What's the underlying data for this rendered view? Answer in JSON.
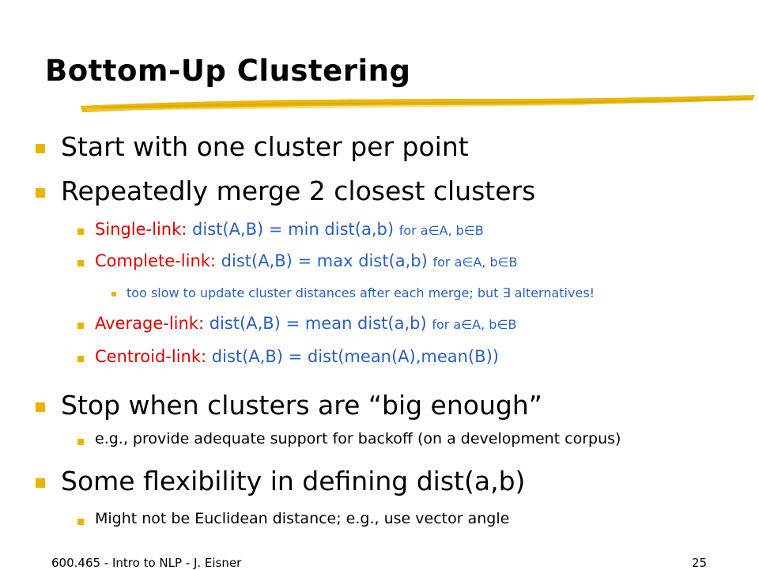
{
  "title": "Bottom-Up Clustering",
  "bullets": {
    "b1": "Start with one cluster per point",
    "b2": "Repeatedly merge 2 closest clusters",
    "single": {
      "label": "Single-link:",
      "formula": " dist(A,B) = min dist(a,b) ",
      "cond": "for a∈A, b∈B"
    },
    "complete": {
      "label": "Complete-link:",
      "formula": " dist(A,B) = max dist(a,b) ",
      "cond": "for a∈A, b∈B"
    },
    "complete_note": "too slow to update cluster distances after each merge; but ∃ alternatives!",
    "average": {
      "label": "Average-link:",
      "formula": " dist(A,B) = mean dist(a,b) ",
      "cond": "for a∈A, b∈B"
    },
    "centroid": {
      "label": "Centroid-link:",
      "formula": " dist(A,B) = dist(mean(A),mean(B))"
    },
    "b3": "Stop when clusters are “big enough”",
    "b3_sub": "e.g., provide adequate support for backoff (on a development corpus)",
    "b4": "Some flexibility in defining dist(a,b)",
    "b4_sub": "Might not be Euclidean distance; e.g., use vector angle"
  },
  "footer": {
    "left": "600.465 - Intro to NLP - J. Eisner",
    "page": "25"
  },
  "colors": {
    "bullet": "#e8b400",
    "label_red": "#dd0000",
    "formula_blue": "#2b5fbf",
    "underline_brush": "#e8b400"
  }
}
